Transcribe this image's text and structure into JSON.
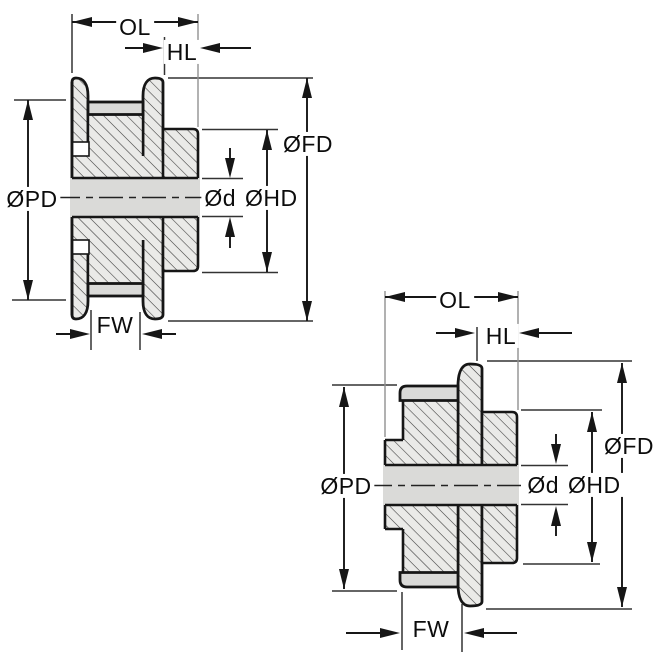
{
  "drawing": {
    "background": "#ffffff",
    "colors": {
      "line": "#161616",
      "hatch_line": "#3c3c3c",
      "hatch_fill": "#eaeae8",
      "metal_band_fill": "#dadad8",
      "extension_line": "#909090"
    },
    "views": {
      "top_left": {
        "labels": {
          "overall_length": "OL",
          "hub_length": "HL",
          "flange_diameter": "ØFD",
          "pitch_diameter": "ØPD",
          "bore_diameter": "Ød",
          "hub_diameter": "ØHD",
          "face_width": "FW"
        }
      },
      "bottom_right": {
        "labels": {
          "overall_length": "OL",
          "hub_length": "HL",
          "flange_diameter": "ØFD",
          "pitch_diameter": "ØPD",
          "bore_diameter": "Ød",
          "hub_diameter": "ØHD",
          "face_width": "FW"
        }
      }
    }
  }
}
